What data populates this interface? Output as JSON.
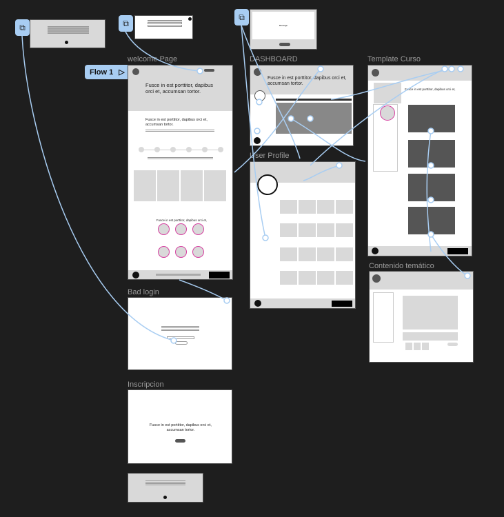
{
  "flow": {
    "label": "Flow 1"
  },
  "frames": {
    "welcome": "welcome Page",
    "dashboard": "DASHBOARD",
    "template": "Template Curso",
    "profile": "User Profile",
    "bad_login": "Bad login",
    "inscripcion": "Inscripcion",
    "contenido": "Contenido temático"
  },
  "content": {
    "hero": "Fusce in est porttitor, dapibus orci et, accumsan tortor.",
    "section": "Fusce in est porttitor, dapibus orci et, accumsan tortor.",
    "short": "Fusce in est porttitor, dapibus orci et,",
    "modal": "Message"
  },
  "colors": {
    "connector": "#a8cdf2",
    "accent": "#d63fa0"
  }
}
